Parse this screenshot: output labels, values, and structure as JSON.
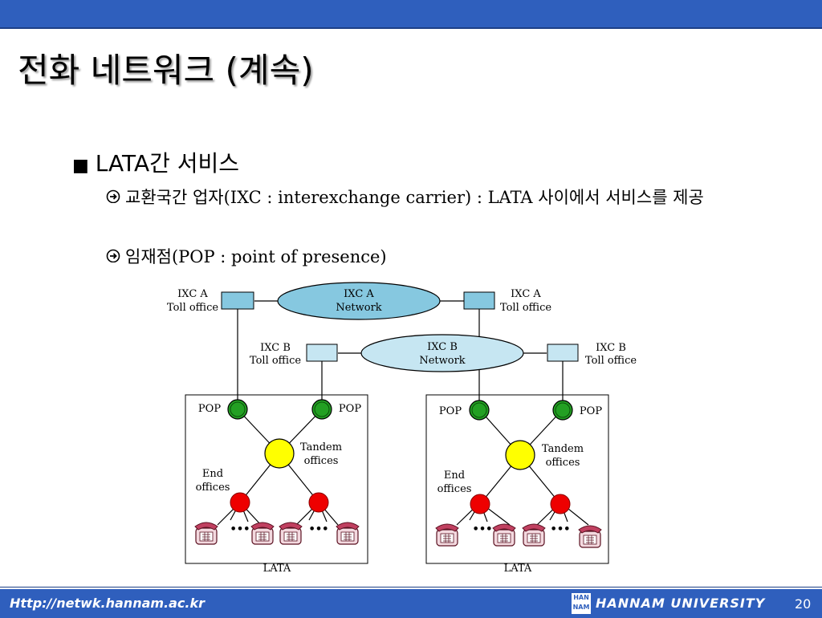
{
  "slide": {
    "title": "전화 네트워크 (계속)",
    "bullet_mark": "■",
    "main_bullet": "LATA간 서비스",
    "sub_icon": "right-arrow-circle-icon",
    "sub_items": [
      "교환국간 업자(IXC : interexchange carrier) : LATA 사이에서    서비스를 제공",
      "임재점(POP : point of presence)"
    ]
  },
  "diagram": {
    "ixc_a_network": [
      "IXC    A",
      "Network"
    ],
    "ixc_b_network": [
      "IXC    B",
      "Network"
    ],
    "ixc_a_toll": [
      "IXC  A",
      "Toll office"
    ],
    "ixc_b_toll": [
      "IXC  B",
      "Toll office"
    ],
    "pop": "POP",
    "tandem": [
      "Tandem",
      "offices"
    ],
    "end": [
      "End",
      "offices"
    ],
    "ellipsis": "•••",
    "lata": "LATA",
    "colors": {
      "network": "#86c8e0",
      "toll_a": "#86c8e0",
      "toll_b": "#c6e6f2",
      "pop": "#23a023",
      "tandem": "#ffff00",
      "end": "#ee0000",
      "phone": "#c04060"
    }
  },
  "footer": {
    "url": "Http://netwk.hannam.ac.kr",
    "logo_text": "HAN NAM",
    "university": "HANNAM  UNIVERSITY",
    "page_number": "20"
  }
}
